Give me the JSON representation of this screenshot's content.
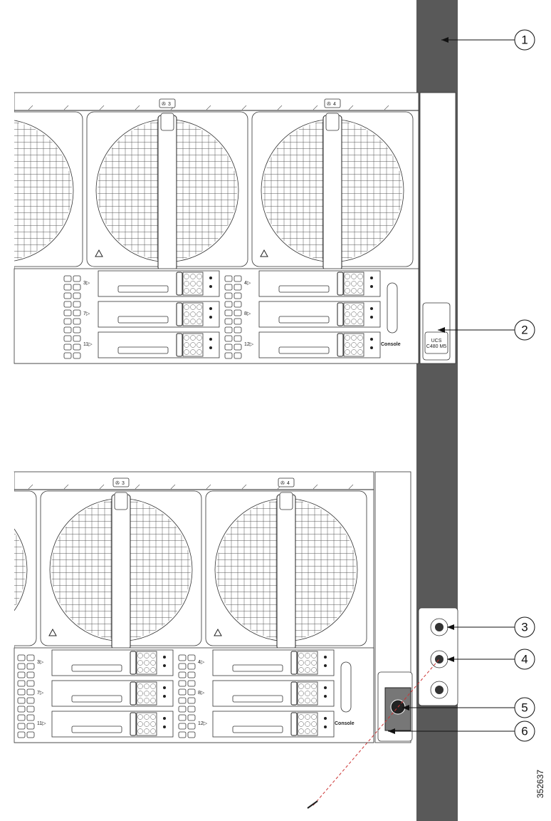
{
  "colors": {
    "rack_rail": "#595959",
    "line": "#222222",
    "callout_leader_dashed": "#cc3333"
  },
  "top_view": {
    "fan_labels": [
      "3",
      "4"
    ],
    "drive_labels": [
      "3▷",
      "7▷",
      "11▷",
      "4▷",
      "8▷",
      "12▷"
    ],
    "console_label": "Console",
    "badge_label": "UCS",
    "badge_sublabel": "C480 M5"
  },
  "bottom_view": {
    "fan_labels": [
      "3",
      "4"
    ],
    "drive_labels": [
      "3▷",
      "7▷",
      "11▷",
      "4▷",
      "8▷",
      "12▷"
    ],
    "console_label": "Console"
  },
  "callouts": [
    "1",
    "2",
    "3",
    "4",
    "5",
    "6"
  ],
  "figure_id": "352637"
}
